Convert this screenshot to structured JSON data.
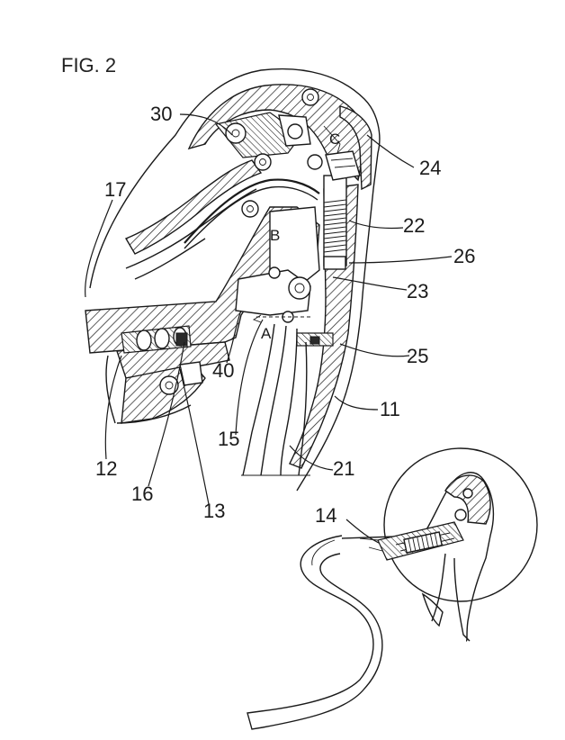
{
  "figure": {
    "title": "FIG. 2",
    "labels": {
      "l30": "30",
      "l17": "17",
      "l24": "24",
      "l22": "22",
      "l26": "26",
      "l23": "23",
      "l25": "25",
      "l11": "11",
      "l40": "40",
      "l15": "15",
      "l12": "12",
      "l16": "16",
      "l13": "13",
      "l21": "21",
      "l14": "14",
      "lA": "A",
      "lB": "B",
      "lC": "C"
    }
  }
}
